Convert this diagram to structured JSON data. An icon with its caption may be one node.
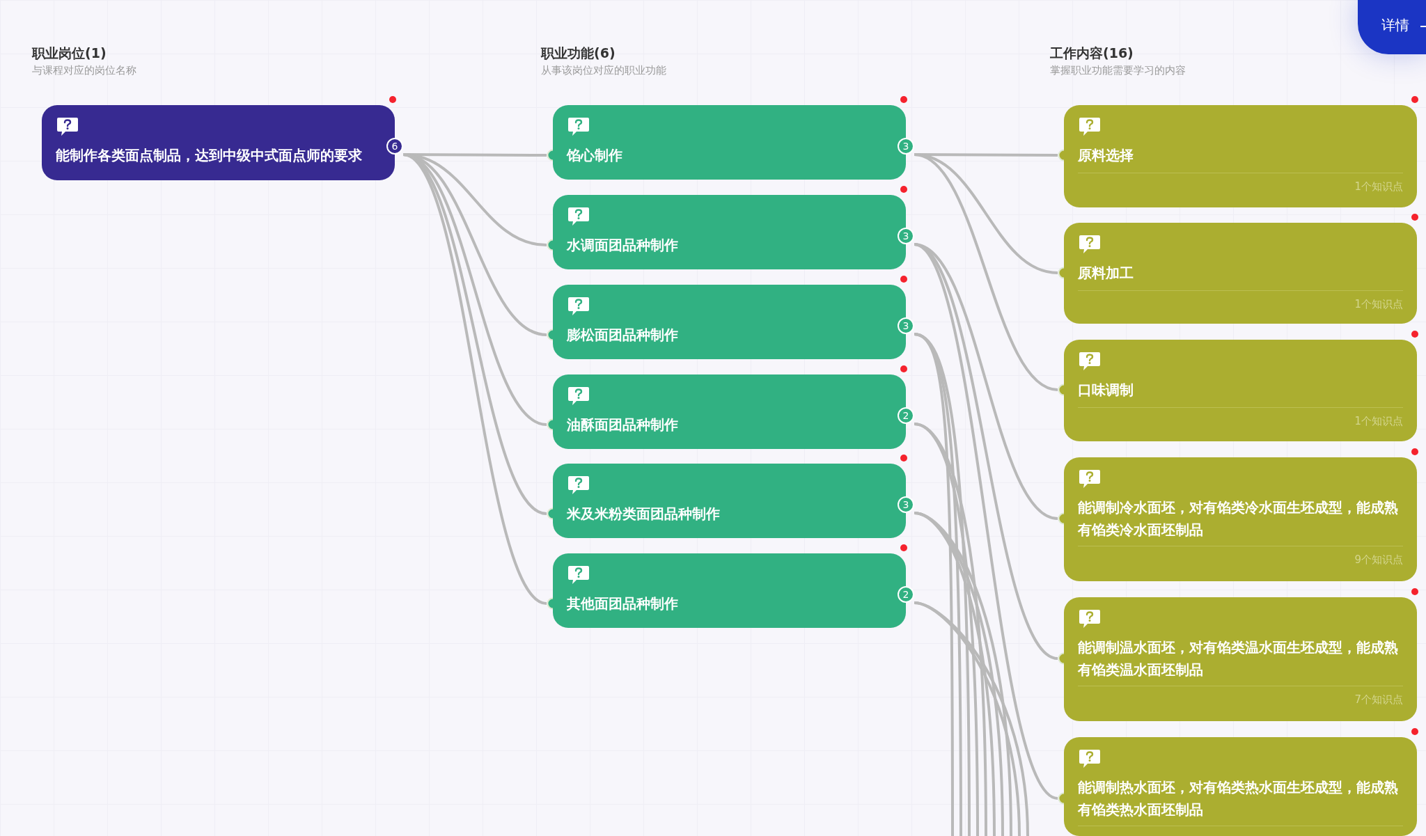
{
  "diagram": {
    "nodes": [
      {
        "text": [
          "能制作各类面点制品，达到中级中式面点师的要求",
          "6"
        ]
      },
      {
        "text": [
          "馅心制作",
          "3"
        ]
      },
      {
        "text": [
          "水调面团品种制作",
          "3"
        ]
      },
      {
        "text": [
          "膨松面团品种制作",
          "3"
        ]
      },
      {
        "text": [
          "油酥面团品种制作",
          "2"
        ]
      },
      {
        "text": [
          "米及米粉类面团品种制作",
          "3"
        ]
      },
      {
        "text": [
          "其他面团品种制作",
          "2"
        ]
      },
      {
        "text": [
          "原料选择",
          "1个知识点"
        ]
      },
      {
        "text": [
          "原料加工",
          "1个知识点"
        ]
      },
      {
        "text": [
          "口味调制",
          "1个知识点"
        ]
      },
      {
        "text": [
          "能调制冷水面坯，对有馅类冷水面生坯成型，能成熟有馅类冷水面坯制品",
          "9个知识点"
        ]
      },
      {
        "text": [
          "能调制温水面坯，对有馅类温水面生坯成型，能成熟有馅类温水面坯制品",
          "7个知识点"
        ]
      },
      {
        "text": [
          "能调制热水面坯，对有馅类热水面生坯成型，能成熟有馅类热水面坯制品"
        ]
      }
    ],
    "edges": [
      {
        "from": 0,
        "to": 1,
        "arrow": "none"
      },
      {
        "from": 0,
        "to": 2,
        "arrow": "none"
      },
      {
        "from": 0,
        "to": 3,
        "arrow": "none"
      },
      {
        "from": 0,
        "to": 4,
        "arrow": "none"
      },
      {
        "from": 0,
        "to": 5,
        "arrow": "none"
      },
      {
        "from": 0,
        "to": 6,
        "arrow": "none"
      },
      {
        "from": 1,
        "to": 7,
        "arrow": "none"
      },
      {
        "from": 1,
        "to": 8,
        "arrow": "none"
      },
      {
        "from": 1,
        "to": 9,
        "arrow": "none"
      },
      {
        "from": 2,
        "to": 10,
        "arrow": "none"
      },
      {
        "from": 2,
        "to": 11,
        "arrow": "none"
      },
      {
        "from": 2,
        "to": 12,
        "arrow": "none"
      },
      {
        "from": 3,
        "to": null,
        "arrow": "none"
      },
      {
        "from": 3,
        "to": null,
        "arrow": "none"
      },
      {
        "from": 3,
        "to": null,
        "arrow": "none"
      },
      {
        "from": 4,
        "to": null,
        "arrow": "none"
      },
      {
        "from": 4,
        "to": null,
        "arrow": "none"
      },
      {
        "from": 5,
        "to": null,
        "arrow": "none"
      },
      {
        "from": 5,
        "to": null,
        "arrow": "none"
      },
      {
        "from": 5,
        "to": null,
        "arrow": "none"
      },
      {
        "from": 6,
        "to": null,
        "arrow": "none"
      },
      {
        "from": 6,
        "to": null,
        "arrow": "none"
      }
    ],
    "labels": [
      "职业岗位(1)",
      "与课程对应的岗位名称",
      "职业功能(6)",
      "从事该岗位对应的职业功能",
      "工作内容(16)",
      "掌握职业功能需要学习的内容",
      "详情"
    ]
  }
}
